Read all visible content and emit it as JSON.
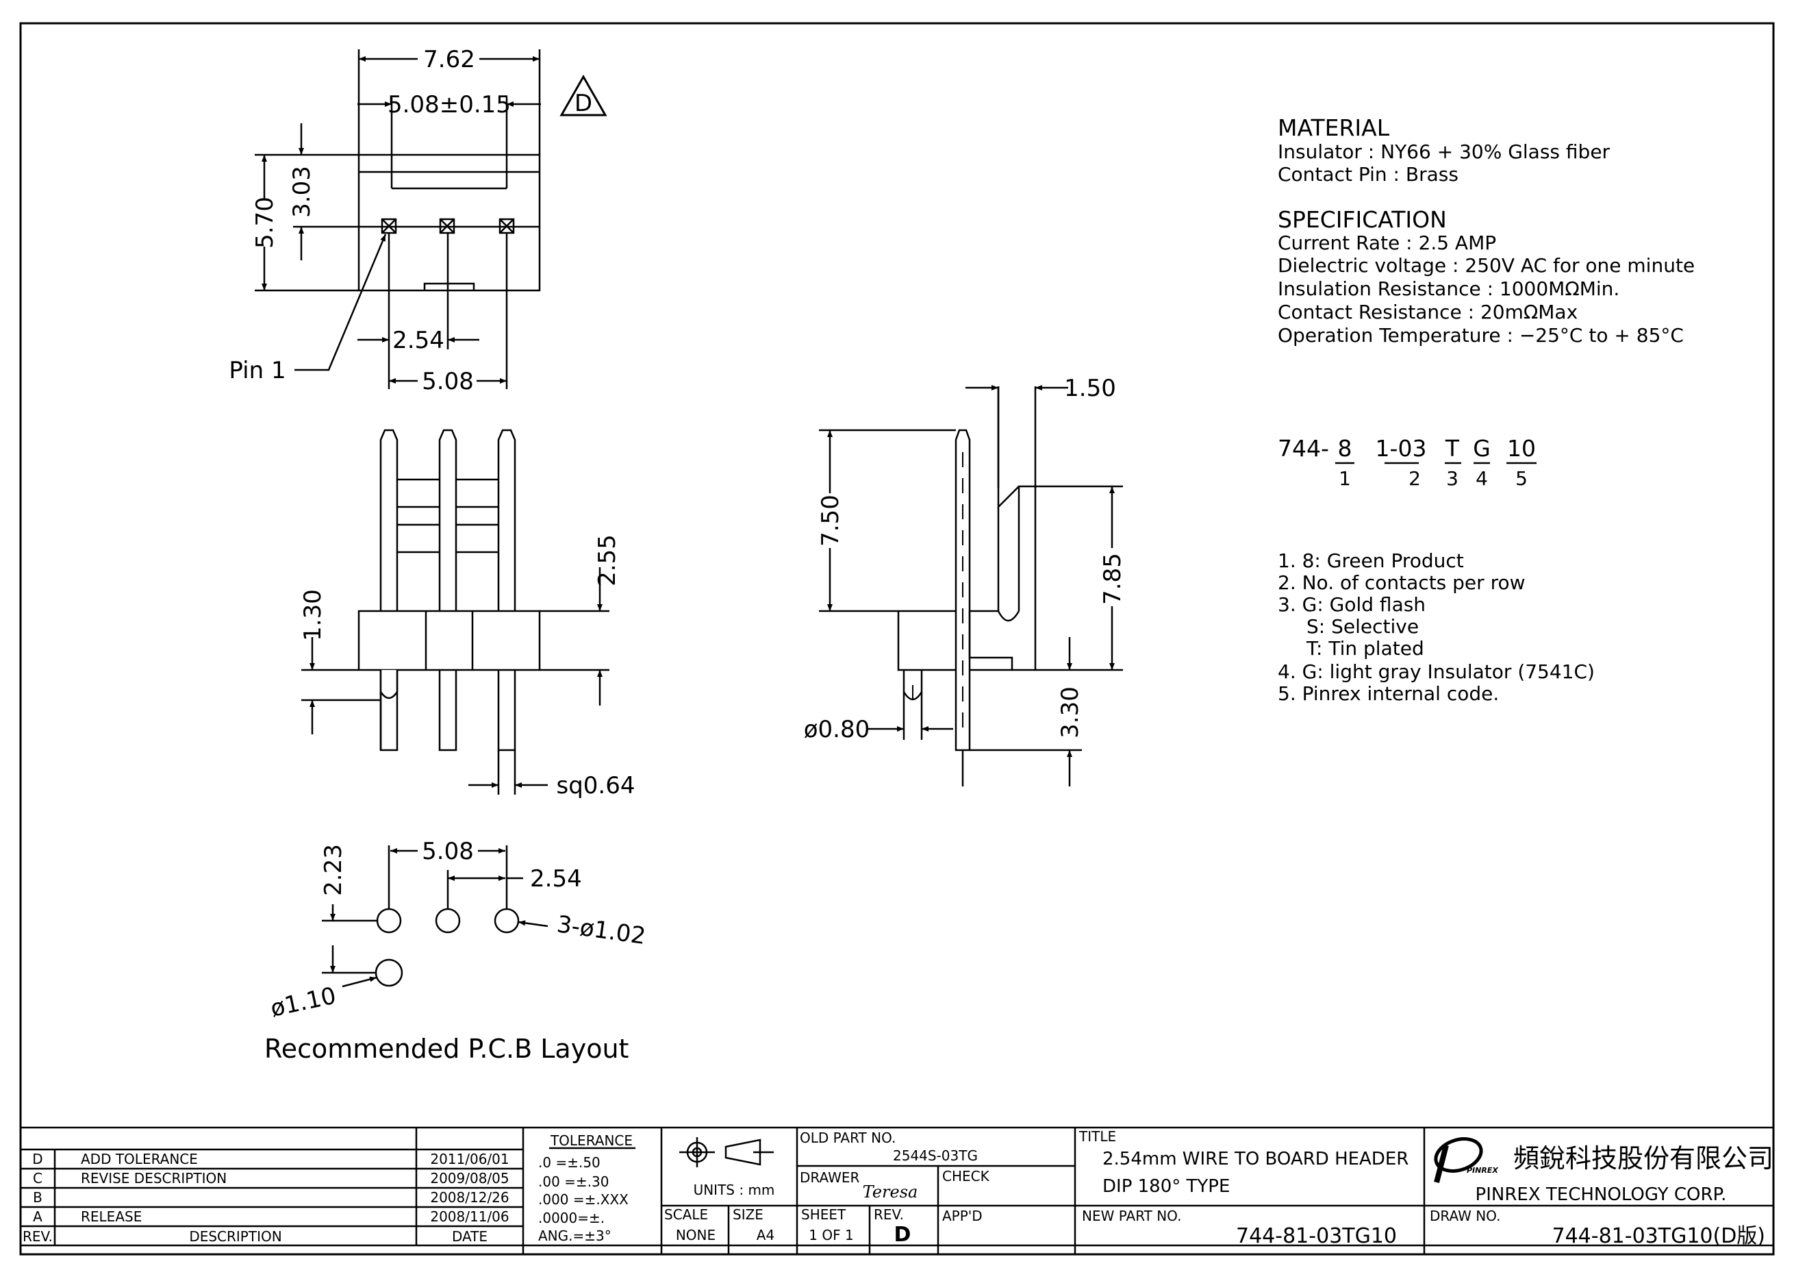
{
  "dimensions": {
    "top_view": {
      "overall_width": "7.62",
      "body_width": "5.08±0.15",
      "rev_mark": "D",
      "height": "5.70",
      "pin_offset": "3.03",
      "pitch": "2.54",
      "span": "5.08",
      "pin1": "Pin 1"
    },
    "front_view": {
      "post_height": "2.55",
      "housing": "1.30",
      "pin_size": "sq0.64"
    },
    "side_view": {
      "thickness": "1.50",
      "mating": "7.50",
      "total": "7.85",
      "tail": "3.30",
      "peg": "ø0.80"
    },
    "pcb_layout": {
      "span": "5.08",
      "pitch": "2.54",
      "row_offset": "2.23",
      "holes": "3-ø1.02",
      "peg_hole": "ø1.10",
      "title": "Recommended P.C.B Layout"
    }
  },
  "specs": {
    "material_heading": "MATERIAL",
    "material_lines": [
      "Insulator : NY66 + 30% Glass fiber",
      "Contact Pin : Brass"
    ],
    "spec_heading": "SPECIFICATION",
    "spec_lines": [
      "Current Rate : 2.5 AMP",
      "Dielectric voltage : 250V AC for one minute",
      "Insulation Resistance : 1000MΩMin.",
      "Contact Resistance : 20mΩMax",
      "Operation Temperature : −25°C to + 85°C"
    ],
    "part_code": {
      "segments": [
        "744-",
        "8",
        "1-03",
        "T",
        "G",
        "10"
      ],
      "indices": [
        "1",
        "2",
        "3",
        "4",
        "5"
      ]
    },
    "notes": [
      "1. 8: Green Product",
      "2. No. of contacts per row",
      "3. G: Gold flash",
      "S: Selective",
      "T: Tin plated",
      "4. G: light gray Insulator (7541C)",
      "5. Pinrex internal code."
    ]
  },
  "title_block": {
    "revisions": [
      {
        "rev": "D",
        "desc": "ADD TOLERANCE",
        "date": "2011/06/01"
      },
      {
        "rev": "C",
        "desc": "REVISE DESCRIPTION",
        "date": "2009/08/05"
      },
      {
        "rev": "B",
        "desc": "",
        "date": "2008/12/26"
      },
      {
        "rev": "A",
        "desc": "RELEASE",
        "date": "2008/11/06"
      }
    ],
    "rev_header": "REV.",
    "desc_header": "DESCRIPTION",
    "date_header": "DATE",
    "tolerance_header": "TOLERANCE",
    "tolerances": [
      ".0     =±.50",
      ".00   =±.30",
      ".000  =±.XXX",
      ".0000=±.",
      "ANG.=±3°"
    ],
    "units": "UNITS : mm",
    "scale_label": "SCALE",
    "scale": "NONE",
    "size_label": "SIZE",
    "size": "A4",
    "old_part_label": "OLD PART NO.",
    "old_part": "2544S-03TG",
    "drawer_label": "DRAWER",
    "drawer": "Teresa",
    "check_label": "CHECK",
    "sheet_label": "SHEET",
    "sheet": "1  OF  1",
    "rev_label": "REV.",
    "rev": "D",
    "appd_label": "APP'D",
    "title_label": "TITLE",
    "title_line1": "2.54mm  WIRE  TO  BOARD  HEADER",
    "title_line2": "DIP  180°  TYPE",
    "new_part_label": "NEW PART NO.",
    "new_part": "744-81-03TG10",
    "company_cn": "頻銳科技股份有限公司",
    "company_en": "PINREX  TECHNOLOGY  CORP.",
    "logo_text": "PINREX",
    "draw_no_label": "DRAW NO.",
    "draw_no": "744-81-03TG10(D版)"
  }
}
